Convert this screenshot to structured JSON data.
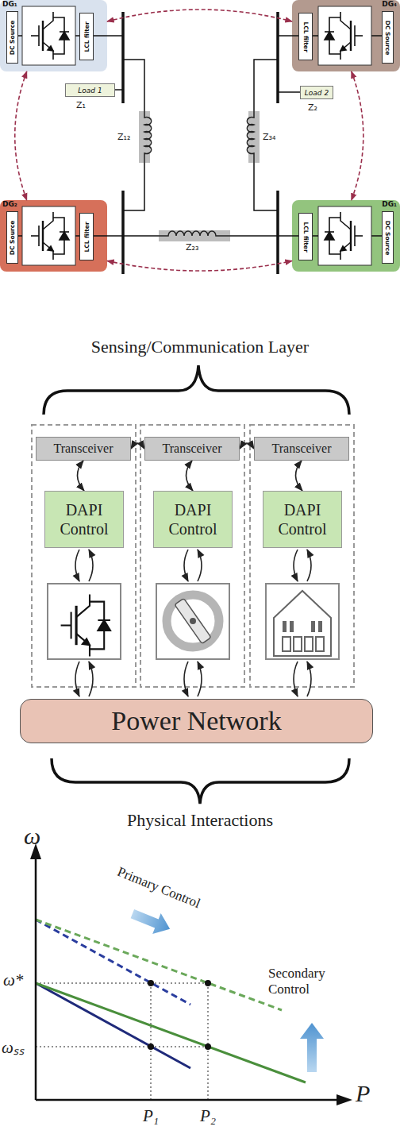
{
  "diagram": {
    "nodes": [
      {
        "text": [
          "DG₁"
        ]
      },
      {
        "text": [
          "DC Source"
        ],
        "in": 0
      },
      {
        "text": [
          "LCL filter"
        ],
        "in": 0
      },
      {
        "text": [
          "Load 1"
        ]
      },
      {
        "text": [
          "DG₄"
        ]
      },
      {
        "text": [
          "LCL filter"
        ],
        "in": 4
      },
      {
        "text": [
          "DC Source"
        ],
        "in": 4
      },
      {
        "text": [
          "Load 2"
        ]
      },
      {
        "text": [
          "DG₂"
        ]
      },
      {
        "text": [
          "DC Source"
        ],
        "in": 8
      },
      {
        "text": [
          "LCL filter"
        ],
        "in": 8
      },
      {
        "text": [
          "DG₁"
        ]
      },
      {
        "text": [
          "LCL filter"
        ],
        "in": 11
      },
      {
        "text": [
          "DC Source"
        ],
        "in": 11
      },
      {
        "text": [
          "Transceiver"
        ]
      },
      {
        "text": [
          "Transceiver"
        ]
      },
      {
        "text": [
          "Transceiver"
        ]
      },
      {
        "text": [
          "DAPI Control"
        ]
      },
      {
        "text": [
          "DAPI Control"
        ]
      },
      {
        "text": [
          "DAPI Control"
        ]
      },
      {
        "text": [
          "Power Network"
        ]
      }
    ],
    "edges": [
      {
        "from": 0,
        "to": 4,
        "arrow": "both"
      },
      {
        "from": 0,
        "to": 8,
        "arrow": "both"
      },
      {
        "from": 8,
        "to": 11,
        "arrow": "both"
      },
      {
        "from": 4,
        "to": 11,
        "arrow": "both"
      },
      {
        "from": 14,
        "to": 15,
        "arrow": "both"
      },
      {
        "from": 15,
        "to": 16,
        "arrow": "both"
      },
      {
        "from": 14,
        "to": 17,
        "arrow": "both"
      },
      {
        "from": 15,
        "to": 18,
        "arrow": "both"
      },
      {
        "from": 16,
        "to": 19,
        "arrow": "both"
      }
    ],
    "labels": [
      "Z₁",
      "Z₂",
      "Z₁₂",
      "Z₃₄",
      "Z₂₃",
      "Sensing/Communication Layer",
      "Physical Interactions",
      "ω",
      "P",
      "ω*",
      "ωₛₛ",
      "P₁",
      "P₂",
      "Primary Control",
      "Secondary Control"
    ]
  }
}
